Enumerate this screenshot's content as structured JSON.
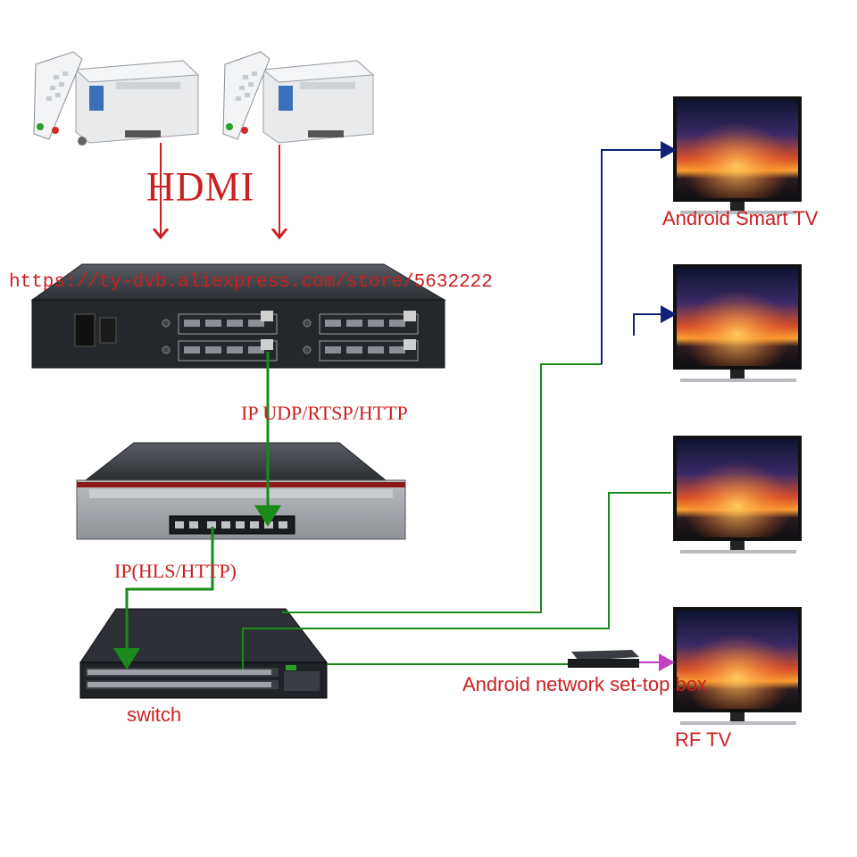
{
  "labels": {
    "hdmi": "HDMI",
    "url": "https://ty-dvb.aliexpress.com/store/5632222",
    "ip_udp": "IP UDP/RTSP/HTTP",
    "ip_hls": "IP(HLS/HTTP)",
    "switch": "switch",
    "android_smart_tv": "Android Smart TV",
    "android_stb": "Android network set-top box",
    "rf_tv": "RF TV"
  },
  "colors": {
    "label_red": "#cc1f1f",
    "green_link": "#1a8a1a",
    "blue_link": "#10207a",
    "magenta_link": "#c040c0",
    "device_dark": "#2a2d31"
  }
}
